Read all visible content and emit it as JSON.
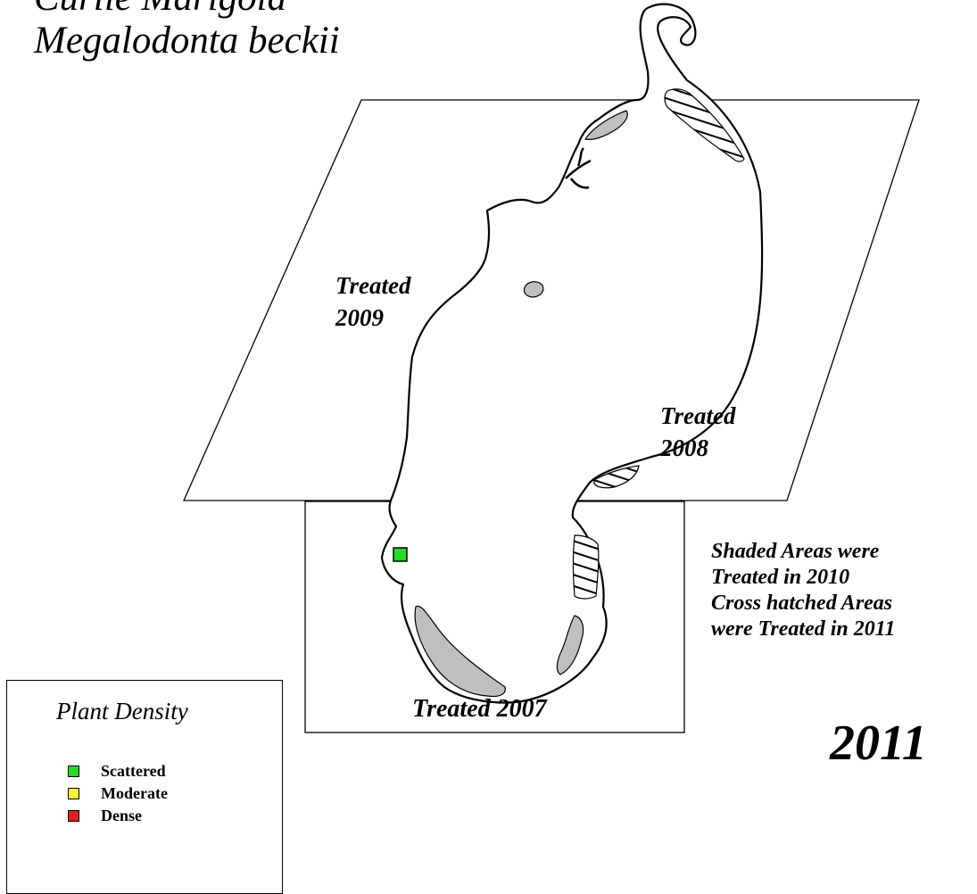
{
  "title": {
    "line1": "Curlie Marigold",
    "line2": "Megalodonta beckii"
  },
  "zones": [
    {
      "line1": "Treated",
      "line2": "2009"
    },
    {
      "line1": "Treated",
      "line2": "2008"
    },
    {
      "line1": "Treated 2007"
    }
  ],
  "note": {
    "lines": [
      "Shaded Areas were",
      "Treated in 2010",
      "Cross hatched Areas",
      "were Treated in 2011"
    ]
  },
  "year": "2011",
  "legend": {
    "title": "Plant Density",
    "items": [
      {
        "label": "Scattered",
        "color": "#22dd22"
      },
      {
        "label": "Moderate",
        "color": "#f5f530"
      },
      {
        "label": "Dense",
        "color": "#e02020"
      }
    ]
  },
  "colors": {
    "shaded": "#bfbfbf",
    "outline": "#000000",
    "scattered_point": "#22dd22"
  }
}
